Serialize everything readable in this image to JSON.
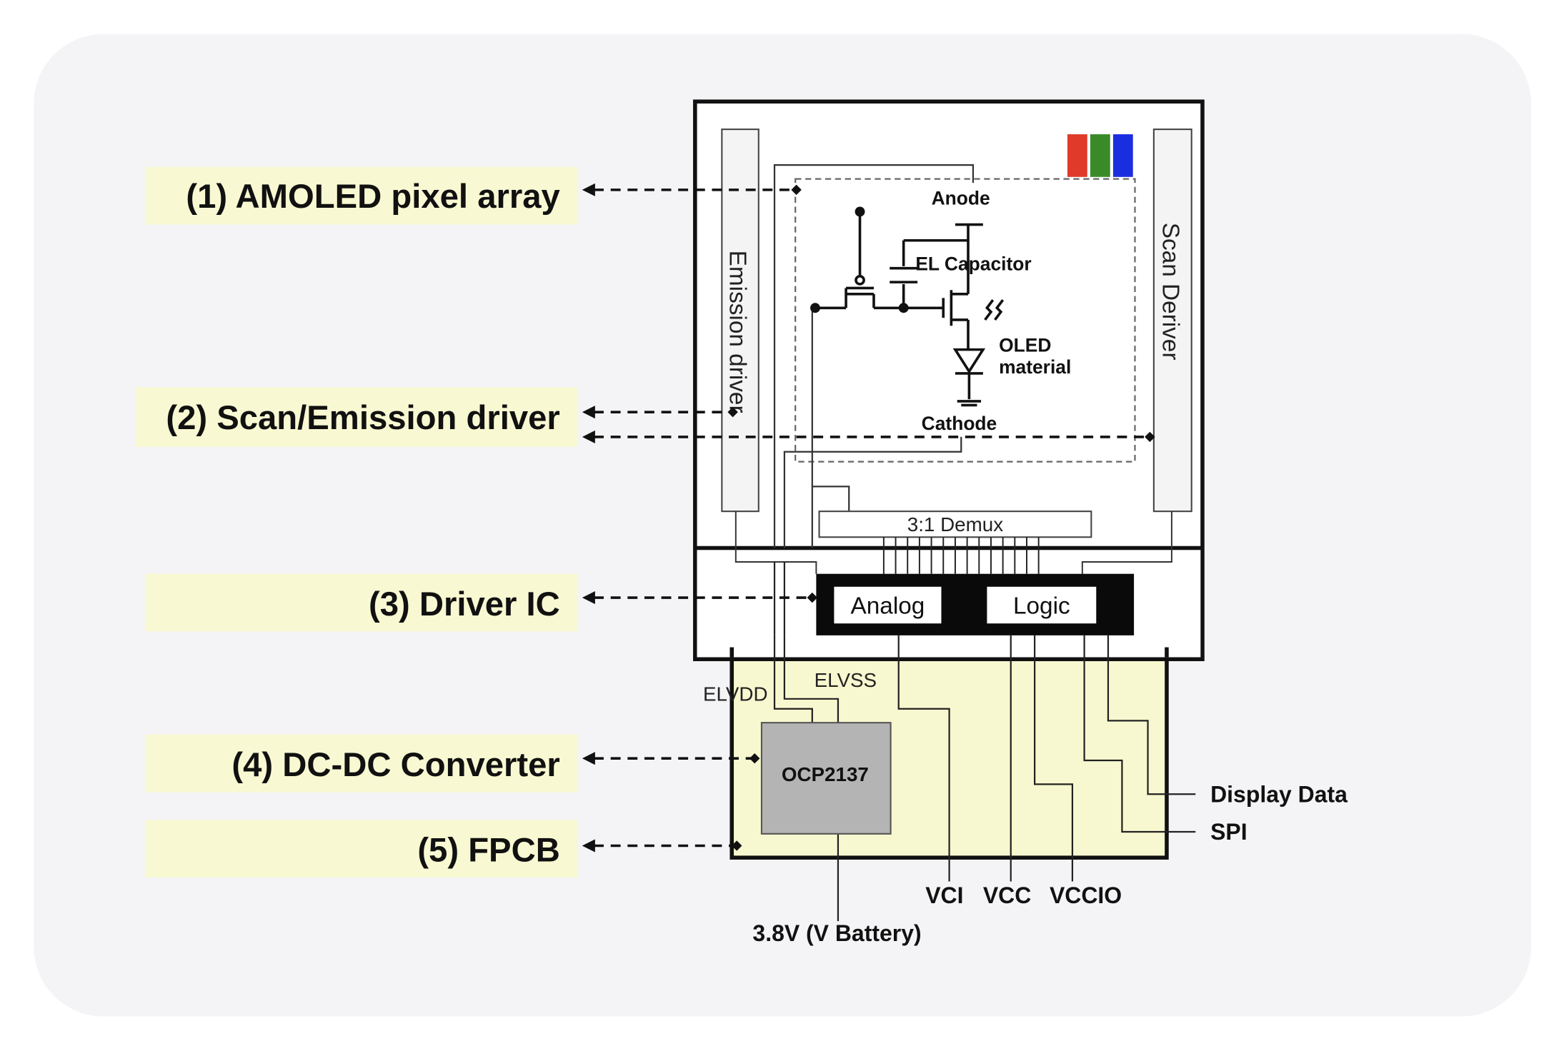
{
  "labels": {
    "amoled": "(1) AMOLED pixel array",
    "scan_emission": "(2) Scan/Emission driver",
    "driver_ic": "(3) Driver IC",
    "dcdc": "(4) DC-DC Converter",
    "fpcb": "(5) FPCB"
  },
  "panel": {
    "emission_driver": "Emission driver",
    "scan_driver": "Scan Deriver",
    "demux": "3:1 Demux",
    "analog": "Analog",
    "logic": "Logic"
  },
  "pixel": {
    "anode": "Anode",
    "el_capacitor": "EL Capacitor",
    "oled_line1": "OLED",
    "oled_line2": "material",
    "cathode": "Cathode"
  },
  "power": {
    "elvdd": "ELVDD",
    "elvss": "ELVSS",
    "chip": "OCP2137",
    "battery": "3.8V (V Battery)",
    "vci": "VCI",
    "vcc": "VCC",
    "vccio": "VCCIO",
    "display_data": "Display Data",
    "spi": "SPI"
  },
  "colors": {
    "label_bg": "#f8f8d2",
    "fpcb_bg": "#f8f8d0",
    "chip_bg": "#b4b4b4",
    "card_bg": "#f4f4f6",
    "subpixel_red": "#e03a2a",
    "subpixel_green": "#3a8a2a",
    "subpixel_blue": "#1a2ee0"
  }
}
